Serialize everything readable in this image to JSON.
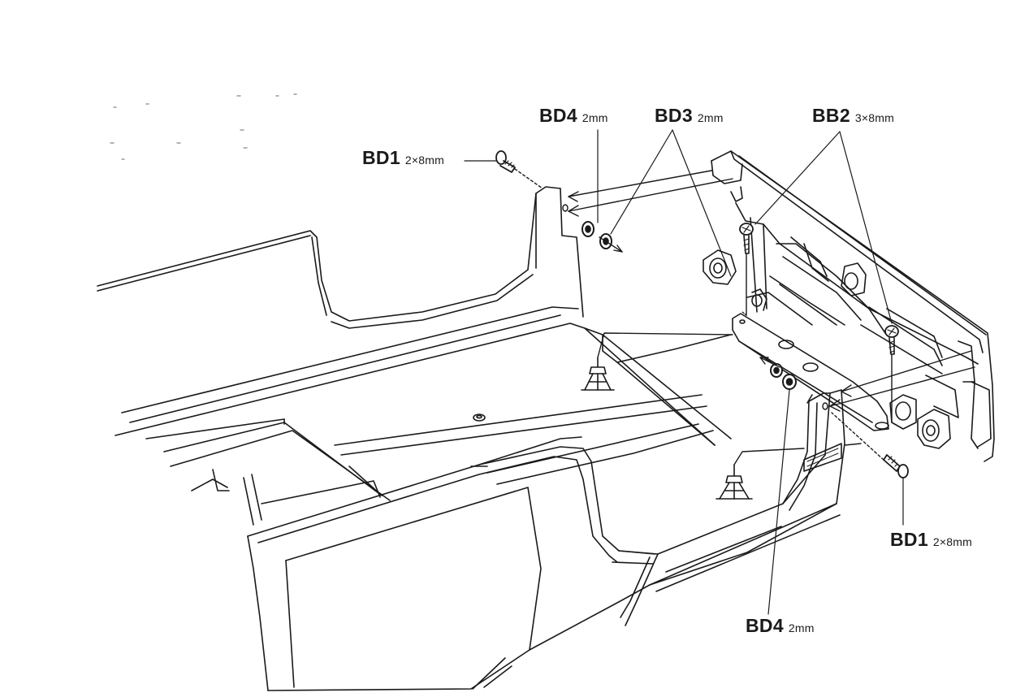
{
  "labels": [
    {
      "code": "BD4",
      "size": "2mm"
    },
    {
      "code": "BD3",
      "size": "2mm"
    },
    {
      "code": "BB2",
      "size": "3×8mm"
    },
    {
      "code": "BD1",
      "size": "2×8mm"
    },
    {
      "code": "BD1",
      "size": "2×8mm"
    },
    {
      "code": "BD4",
      "size": "2mm"
    }
  ]
}
